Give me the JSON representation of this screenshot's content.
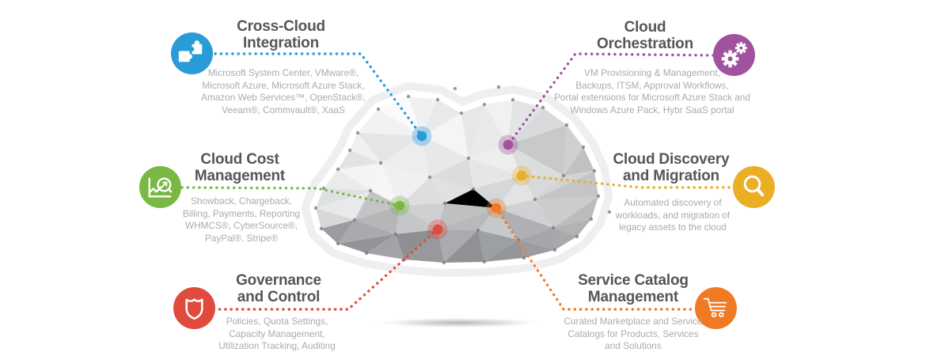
{
  "colors": {
    "title_text": "#55565a",
    "body_text": "#a9abae",
    "cloud_vertex": "#717275"
  },
  "features": [
    {
      "id": "cross-cloud-integration",
      "color": "#299cd8",
      "icon": "puzzle-icon",
      "title": [
        "Cross-Cloud",
        "Integration"
      ],
      "description": [
        "Microsoft System Center, VMware®,",
        "Microsoft Azure, Microsoft Azure Stack,",
        "Amazon Web Services™, OpenStack®,",
        "Veeam®, Commvault®, XaaS"
      ]
    },
    {
      "id": "cloud-orchestration",
      "color": "#a0529f",
      "icon": "gears-icon",
      "title": [
        "Cloud",
        "Orchestration"
      ],
      "description": [
        "VM Provisioning & Management,",
        "Backups, ITSM, Approval Workflows,",
        "Portal extensions for Microsoft Azure Stack and",
        "Windows Azure Pack, Hybr SaaS portal"
      ]
    },
    {
      "id": "cloud-cost-management",
      "color": "#7ab844",
      "icon": "chart-magnifier-icon",
      "title": [
        "Cloud Cost",
        "Management"
      ],
      "description": [
        "Showback, Chargeback,",
        "Billing, Payments, Reporting",
        "WHMCS®, CyberSource®,",
        "PayPal®, Stripe®"
      ]
    },
    {
      "id": "cloud-discovery-and-migration",
      "color": "#eaaf25",
      "icon": "magnifier-icon",
      "title": [
        "Cloud Discovery",
        "and Migration"
      ],
      "description": [
        "Automated discovery of",
        "workloads, and migration of",
        "legacy assets to the cloud"
      ]
    },
    {
      "id": "governance-and-control",
      "color": "#e04b3d",
      "icon": "shield-icon",
      "title": [
        "Governance",
        "and Control"
      ],
      "description": [
        "Policies, Quota Settings,",
        "Capacity Management,",
        "Utilization Tracking, Auditing"
      ]
    },
    {
      "id": "service-catalog-management",
      "color": "#ef7a23",
      "icon": "cart-icon",
      "title": [
        "Service Catalog",
        "Management"
      ],
      "description": [
        "Curated Marketplace and Service",
        "Catalogs for Products, Services",
        "and Solutions"
      ]
    }
  ]
}
